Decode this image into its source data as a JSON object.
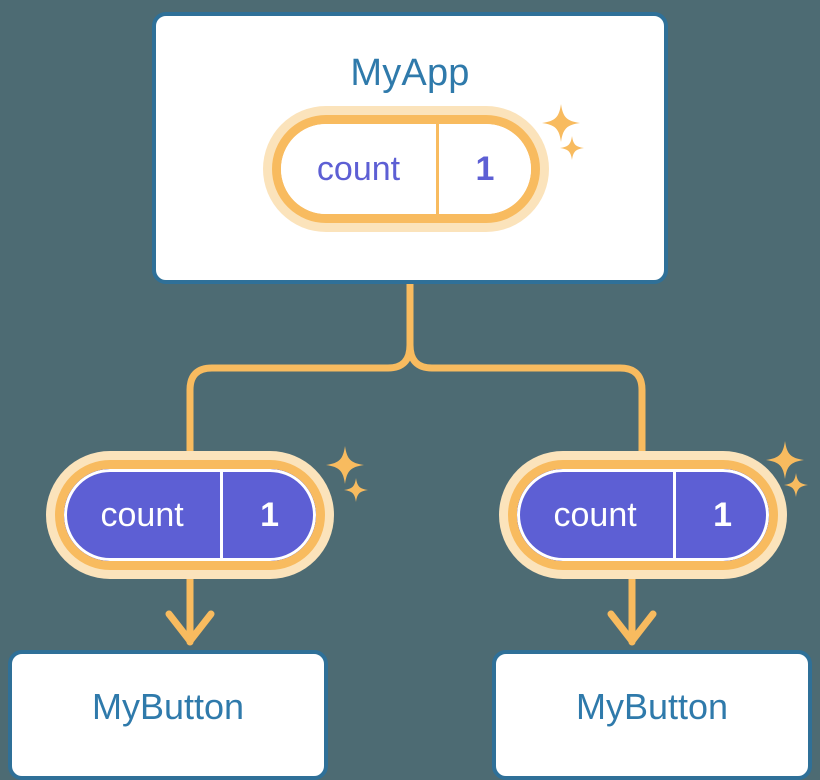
{
  "diagram": {
    "title": "MyApp",
    "background_color": "#4d6b73",
    "accent_colors": {
      "card_border": "#2f7098",
      "card_title": "#2f7aab",
      "wire": "#f8bb5f",
      "pill_ring": "#f8bb5f",
      "pill_halo": "#fbe3bb",
      "pill_fill_state": "#5d5fd4",
      "pill_text_white": "#ffffff",
      "pill_text_indigo": "#5d5fd4",
      "card_fill": "#ffffff"
    }
  },
  "app": {
    "title": "MyApp",
    "state": {
      "key": "count",
      "value": "1"
    }
  },
  "children": [
    {
      "state": {
        "key": "count",
        "value": "1"
      },
      "button": {
        "label": "MyButton"
      }
    },
    {
      "state": {
        "key": "count",
        "value": "1"
      },
      "button": {
        "label": "MyButton"
      }
    }
  ],
  "icons": {
    "sparkle_large": "sparkle-icon",
    "sparkle_small": "sparkle-icon",
    "arrow_down": "arrow-down-icon"
  }
}
